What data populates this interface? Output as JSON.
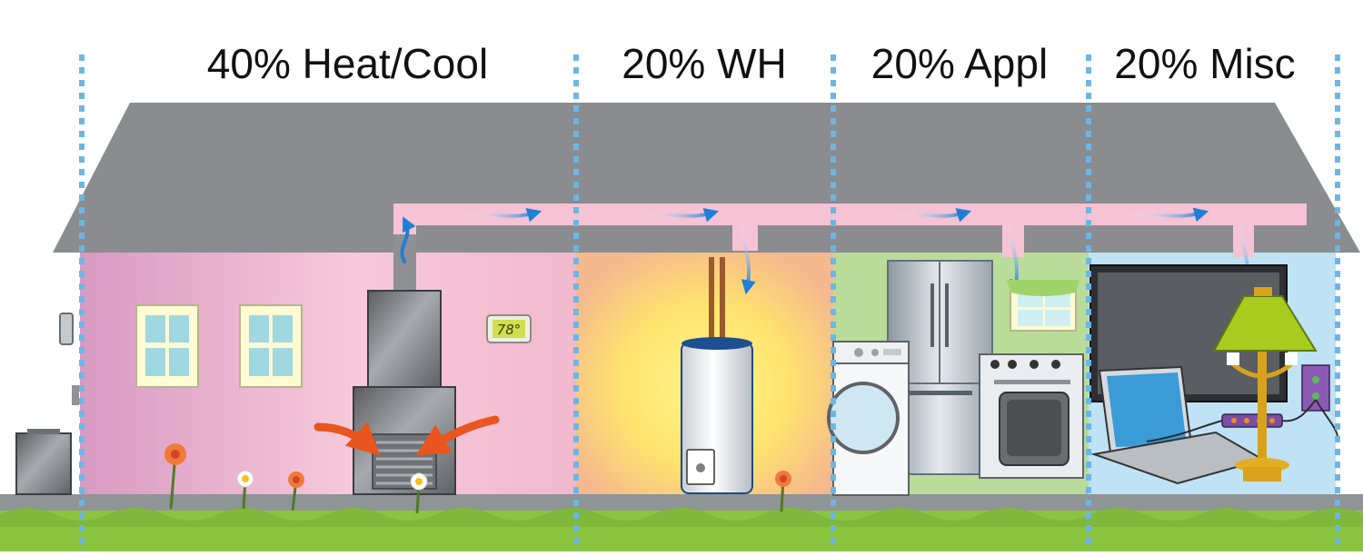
{
  "labels": {
    "heat_cool": "40% Heat/Cool",
    "water_heating": "20% WH",
    "appliances": "20% Appl",
    "misc": "20% Misc"
  },
  "thermostat": {
    "reading": "78°"
  },
  "shares": [
    {
      "category": "Heat/Cool",
      "percent": 40
    },
    {
      "category": "WH",
      "percent": 20
    },
    {
      "category": "Appl",
      "percent": 20
    },
    {
      "category": "Misc",
      "percent": 20
    }
  ],
  "colors": {
    "roof": "#8a8c8f",
    "duct": "#f6c3d4",
    "airflow_arrow": "#1f7fd6",
    "divider": "#6cb6e6",
    "room_heat_cool": "#f2b7cf",
    "room_water_heater_glow": "#ffe978",
    "room_appliances": "#b9dc9a",
    "room_misc": "#bfe2f5",
    "grass": "#8bc43f",
    "ground": "#8f9497"
  },
  "icons": [
    "outdoor-ac-unit-icon",
    "furnace-icon",
    "thermostat-icon",
    "window-icon",
    "water-heater-icon",
    "refrigerator-icon",
    "washing-machine-icon",
    "stove-icon",
    "television-icon",
    "laptop-icon",
    "power-strip-icon",
    "lamp-icon",
    "flower-icon",
    "airflow-arrow-icon"
  ]
}
